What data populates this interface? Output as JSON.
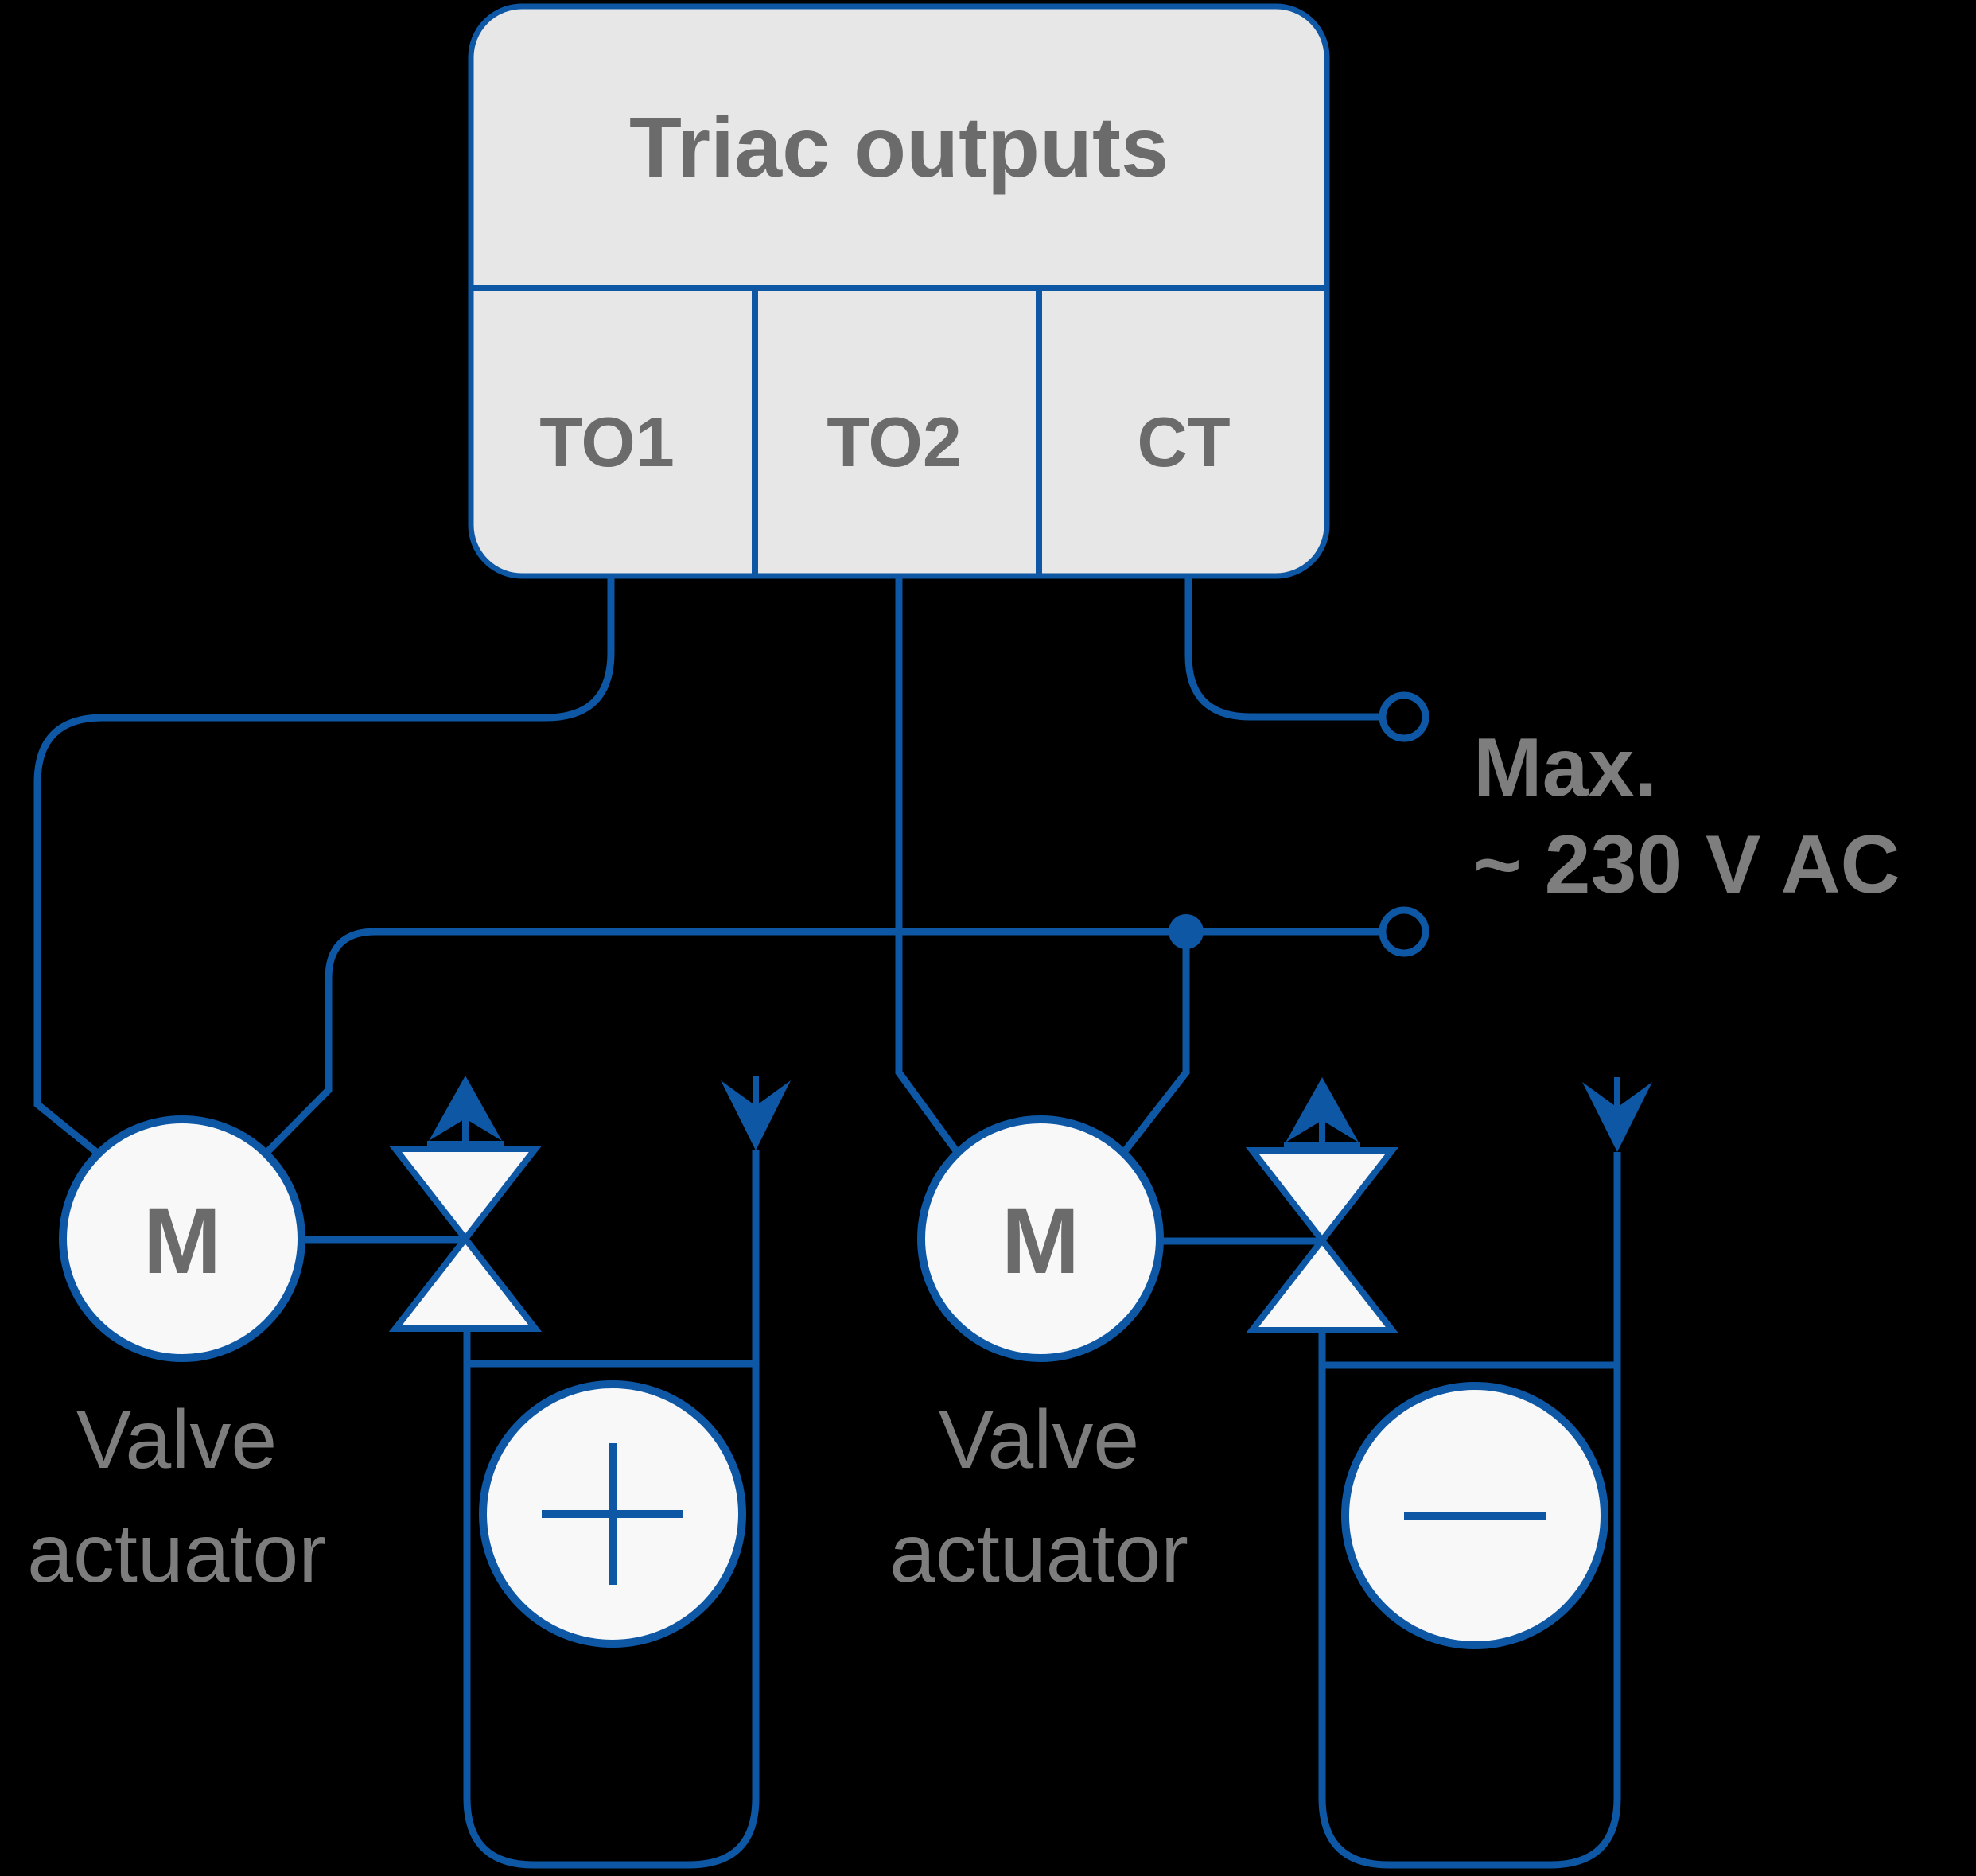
{
  "diagram": {
    "controller": {
      "title": "Triac outputs",
      "terminals": [
        {
          "label": "TO1"
        },
        {
          "label": "TO2"
        },
        {
          "label": "CT"
        }
      ]
    },
    "voltage_note": {
      "line1": "Max.",
      "line2": "~ 230 V AC"
    },
    "actuators": [
      {
        "motor_label": "M",
        "label_line1": "Valve",
        "label_line2": "actuator"
      },
      {
        "motor_label": "M",
        "label_line1": "Valve",
        "label_line2": "actuator"
      }
    ],
    "radiators": [
      {
        "symbol": "plus"
      },
      {
        "symbol": "minus"
      }
    ],
    "icons": [
      "up-arrow-icon",
      "down-arrow-icon",
      "valve-icon",
      "motor-icon",
      "terminal-ring-icon",
      "junction-dot-icon",
      "plus-icon",
      "minus-icon"
    ],
    "colors": {
      "wire_blue": "#0d57a5",
      "box_fill": "#e7e7e7",
      "shape_fill": "#f8f8f8",
      "text_gray": "#6b6b6b",
      "note_gray": "#7e7e7e",
      "label_gray": "#7d7d7d",
      "background": "#000000"
    }
  }
}
